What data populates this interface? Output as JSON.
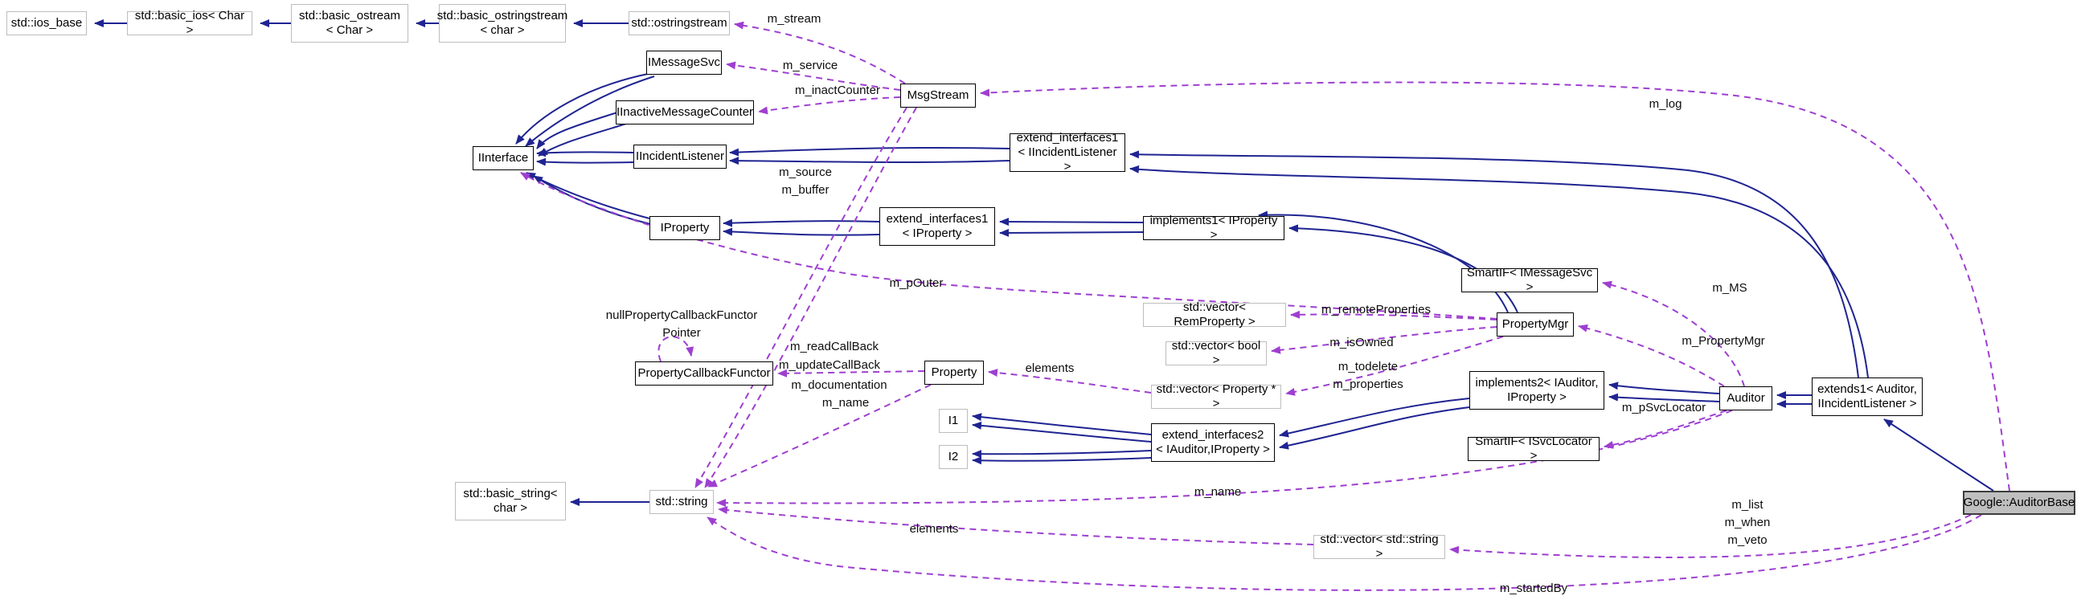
{
  "diagram": {
    "type": "doxygen-collaboration-graph",
    "target_class": "Google::AuditorBase",
    "colors": {
      "inheritance_edge": "#1f2491",
      "member_edge": "#9e3fd0",
      "class_border": "#000000",
      "external_border": "#bdbdbd",
      "target_fill": "#bfbfbf",
      "background": "#ffffff"
    },
    "nodes": {
      "ios_base": {
        "label": "std::ios_base"
      },
      "basic_ios": {
        "label": "std::basic_ios< Char >"
      },
      "basic_ostream": {
        "label": "std::basic_ostream\n< Char >"
      },
      "basic_ostringstream": {
        "label": "std::basic_ostringstream\n< char >"
      },
      "ostringstream": {
        "label": "std::ostringstream"
      },
      "imessagesvc": {
        "label": "IMessageSvc"
      },
      "iinactivemessagecounter": {
        "label": "IInactiveMessageCounter"
      },
      "msgstream": {
        "label": "MsgStream"
      },
      "iinterface": {
        "label": "IInterface"
      },
      "iincidentlistener": {
        "label": "IIncidentListener"
      },
      "extend_interfaces1_iincidentlistener": {
        "label": "extend_interfaces1\n< IIncidentListener >"
      },
      "iproperty": {
        "label": "IProperty"
      },
      "extend_interfaces1_iproperty": {
        "label": "extend_interfaces1\n< IProperty >"
      },
      "implements1_iproperty": {
        "label": "implements1< IProperty >"
      },
      "smartif_imessagesvc": {
        "label": "SmartIF< IMessageSvc >"
      },
      "vector_remproperty": {
        "label": "std::vector< RemProperty >"
      },
      "propertymgr": {
        "label": "PropertyMgr"
      },
      "vector_bool": {
        "label": "std::vector< bool >"
      },
      "propertycallbackfunctor": {
        "label": "PropertyCallbackFunctor"
      },
      "property": {
        "label": "Property"
      },
      "vector_property_ptr": {
        "label": "std::vector< Property * >"
      },
      "implements2": {
        "label": "implements2< IAuditor,\nIProperty >"
      },
      "auditor": {
        "label": "Auditor"
      },
      "extends1": {
        "label": "extends1< Auditor,\nIIncidentListener >"
      },
      "i1": {
        "label": "I1"
      },
      "extend_interfaces2": {
        "label": "extend_interfaces2\n< IAuditor,IProperty >"
      },
      "i2": {
        "label": "I2"
      },
      "smartif_isvclocator": {
        "label": "SmartIF< ISvcLocator >"
      },
      "basic_string": {
        "label": "std::basic_string<\nchar >"
      },
      "string": {
        "label": "std::string"
      },
      "vector_string": {
        "label": "std::vector< std::string >"
      },
      "auditorbase": {
        "label": "Google::AuditorBase"
      }
    },
    "edge_labels": {
      "m_stream": "m_stream",
      "m_service": "m_service",
      "m_inactCounter": "m_inactCounter",
      "m_log": "m_log",
      "m_source_buffer": "m_source\nm_buffer",
      "m_pOuter": "m_pOuter",
      "m_MS": "m_MS",
      "m_remoteProperties": "m_remoteProperties",
      "m_isOwned": "m_isOwned",
      "m_todelete_properties": "m_todelete\nm_properties",
      "m_PropertyMgr": "m_PropertyMgr",
      "null_functor_pointer": "nullPropertyCallbackFunctor\nPointer",
      "m_readCallBack": "m_readCallBack",
      "m_updateCallBack": "m_updateCallBack",
      "m_documentation": "m_documentation",
      "m_name_property": "m_name",
      "elements_properties": "elements",
      "m_pSvcLocator": "m_pSvcLocator",
      "m_name_auditor": "m_name",
      "elements_strings": "elements",
      "m_list_when_veto": "m_list\nm_when\nm_veto",
      "m_startedBy": "m_startedBy"
    }
  }
}
